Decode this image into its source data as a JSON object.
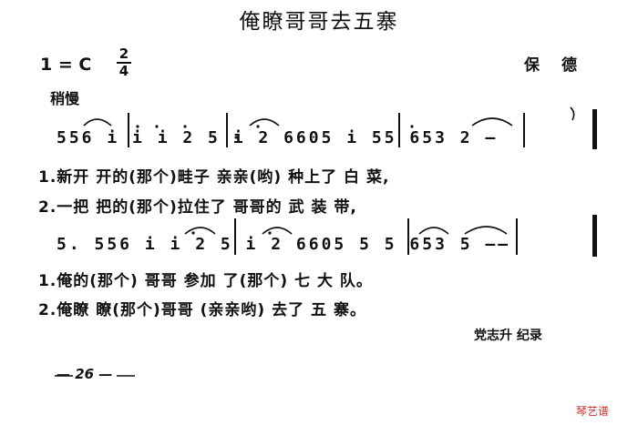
{
  "title": "俺瞭哥哥去五寨",
  "key": "1 = C",
  "meter": {
    "top": "2",
    "bottom": "4"
  },
  "composer": "保德",
  "tempo": "稍慢",
  "system1": {
    "notes": "556 i i i 2 5 i 2 6605 i 55 653 2 —",
    "verse1": "1.新开  开的(那个)畦子  亲亲(哟)  种上了  白  菜,",
    "verse2": "2.一把  把的(那个)拉住了  哥哥的  武  装  带,"
  },
  "system2": {
    "notes": "5. 556 i i 2 5 i 2 6605 5 5 653 5 ——",
    "verse1": "1.俺的(那个) 哥哥  参加  了(那个)  七  大  队。",
    "verse2": "2.俺瞭  瞭(那个)哥哥  (亲亲哟)  去了  五  寨。"
  },
  "credit": "党志升  纪录",
  "page_number": "— 26 —",
  "watermark": "琴艺谱"
}
